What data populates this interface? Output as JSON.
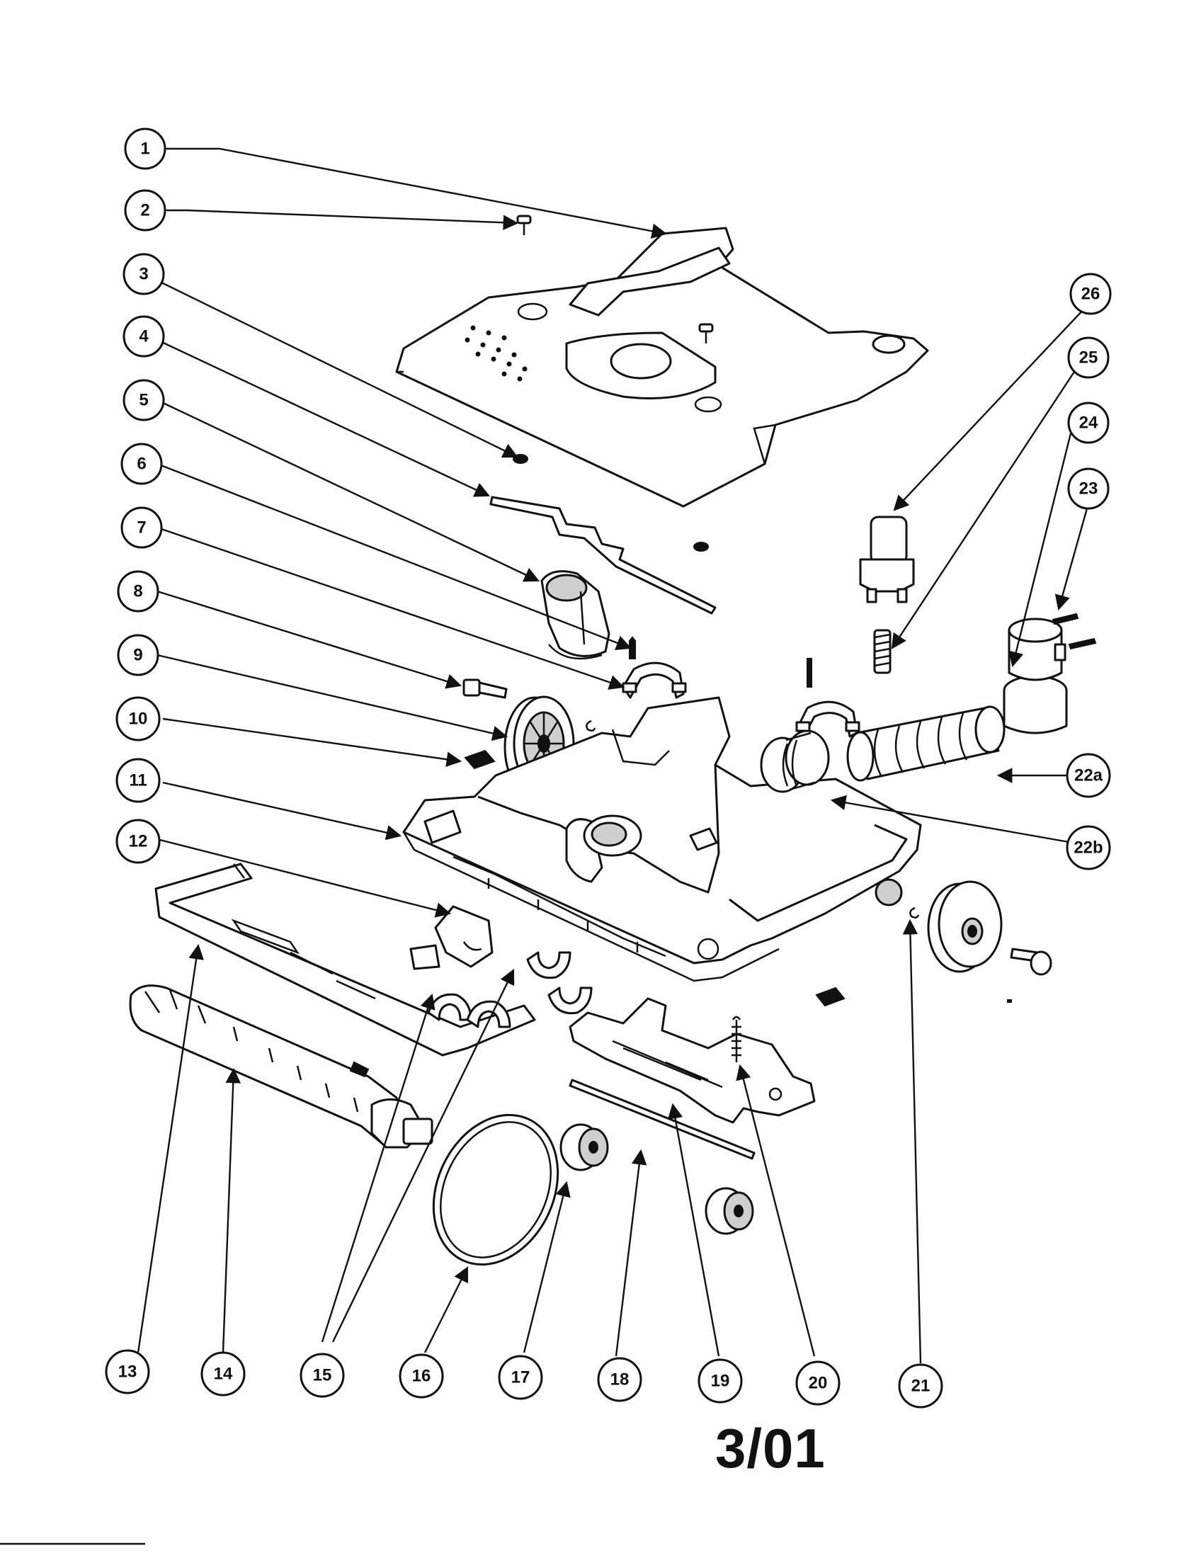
{
  "callouts": [
    {
      "label": "1"
    },
    {
      "label": "2"
    },
    {
      "label": "3"
    },
    {
      "label": "4"
    },
    {
      "label": "5"
    },
    {
      "label": "6"
    },
    {
      "label": "7"
    },
    {
      "label": "8"
    },
    {
      "label": "9"
    },
    {
      "label": "10"
    },
    {
      "label": "11"
    },
    {
      "label": "12"
    },
    {
      "label": "13"
    },
    {
      "label": "14"
    },
    {
      "label": "15"
    },
    {
      "label": "16"
    },
    {
      "label": "17"
    },
    {
      "label": "18"
    },
    {
      "label": "19"
    },
    {
      "label": "20"
    },
    {
      "label": "21"
    },
    {
      "label": "22a"
    },
    {
      "label": "22b"
    },
    {
      "label": "23"
    },
    {
      "label": "24"
    },
    {
      "label": "25"
    },
    {
      "label": "26"
    }
  ],
  "footer": {
    "date_code": "3/01"
  }
}
